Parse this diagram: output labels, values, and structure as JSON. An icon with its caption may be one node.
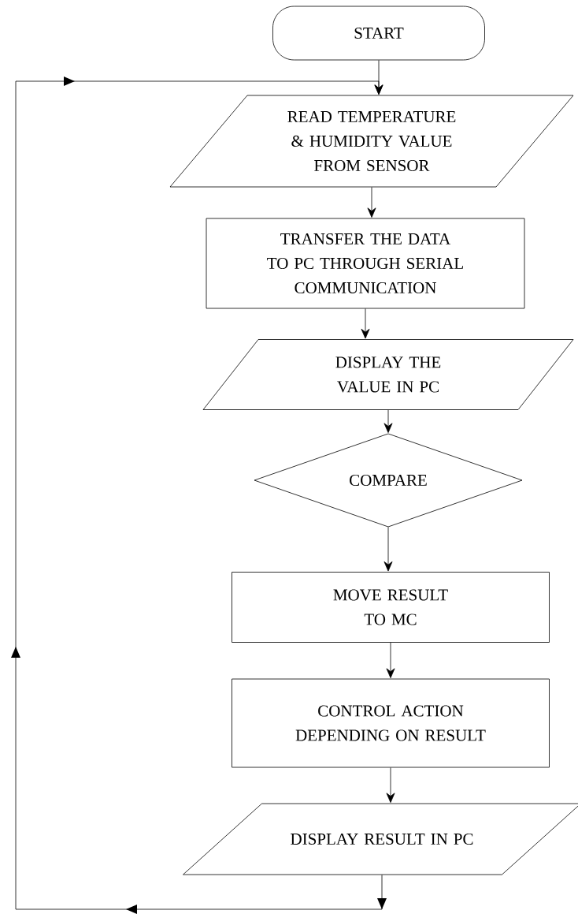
{
  "diagram": {
    "nodes": [
      {
        "text": [
          "START"
        ]
      },
      {
        "text": [
          "READ TEMPERATURE & HUMIDITY VALUE FROM SENSOR"
        ]
      },
      {
        "text": [
          "TRANSFER THE DATA TO PC THROUGH SERIAL COMMUNICATION"
        ]
      },
      {
        "text": [
          "DISPLAY THE VALUE IN PC"
        ]
      },
      {
        "text": [
          "COMPARE"
        ]
      },
      {
        "text": [
          "MOVE RESULT TO MC"
        ]
      },
      {
        "text": [
          "CONTROL ACTION DEPENDING ON RESULT"
        ]
      },
      {
        "text": [
          "DISPLAY RESULT IN PC"
        ]
      }
    ],
    "edges": [
      {
        "from": 0,
        "to": 1,
        "arrow": "to"
      },
      {
        "from": 1,
        "to": 2,
        "arrow": "to"
      },
      {
        "from": 2,
        "to": 3,
        "arrow": "to"
      },
      {
        "from": 3,
        "to": 4,
        "arrow": "to"
      },
      {
        "from": 4,
        "to": 5,
        "arrow": "to"
      },
      {
        "from": 5,
        "to": 6,
        "arrow": "to"
      },
      {
        "from": 6,
        "to": 7,
        "arrow": "to"
      },
      {
        "from": 7,
        "to": 1,
        "arrow": "to"
      }
    ]
  }
}
